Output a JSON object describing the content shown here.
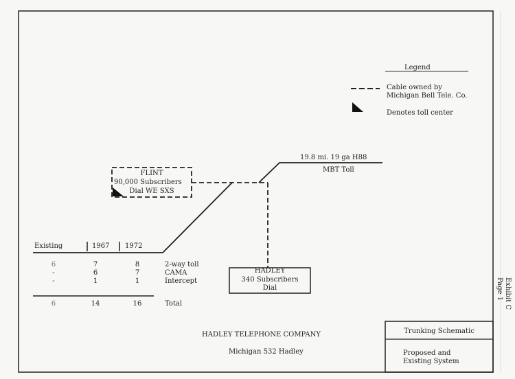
{
  "legend": {
    "title": "Legend",
    "cable_line1": "Cable owned by",
    "cable_line2": "Michigan Bell Tele. Co.",
    "toll_center": "Denotes toll center"
  },
  "flint": {
    "name": "FLINT",
    "subscribers": "90,000 Subscribers",
    "type": "Dial WE SXS"
  },
  "hadley": {
    "name": "HADLEY",
    "subscribers": "340 Subscribers",
    "type": "Dial"
  },
  "toll_route": {
    "cable": "19.8 mi. 19 ga H88",
    "label": "MBT Toll"
  },
  "trunk_table": {
    "headers": [
      "Existing",
      "1967",
      "1972"
    ],
    "rows": [
      {
        "existing": "6",
        "y1967": "7",
        "y1972": "8",
        "label": "2-way toll"
      },
      {
        "existing": "-",
        "y1967": "6",
        "y1972": "7",
        "label": "CAMA"
      },
      {
        "existing": "-",
        "y1967": "1",
        "y1972": "1",
        "label": "Intercept"
      }
    ],
    "total": {
      "existing": "6",
      "y1967": "14",
      "y1972": "16",
      "label": "Total"
    }
  },
  "title_block": {
    "company": "HADLEY TELEPHONE COMPANY",
    "location": "Michigan 532 Hadley",
    "drawing_title": "Trunking Schematic",
    "description_line1": "Proposed and",
    "description_line2": "Existing System"
  },
  "exhibit": {
    "label": "Exhibit C",
    "page": "Page 1"
  }
}
